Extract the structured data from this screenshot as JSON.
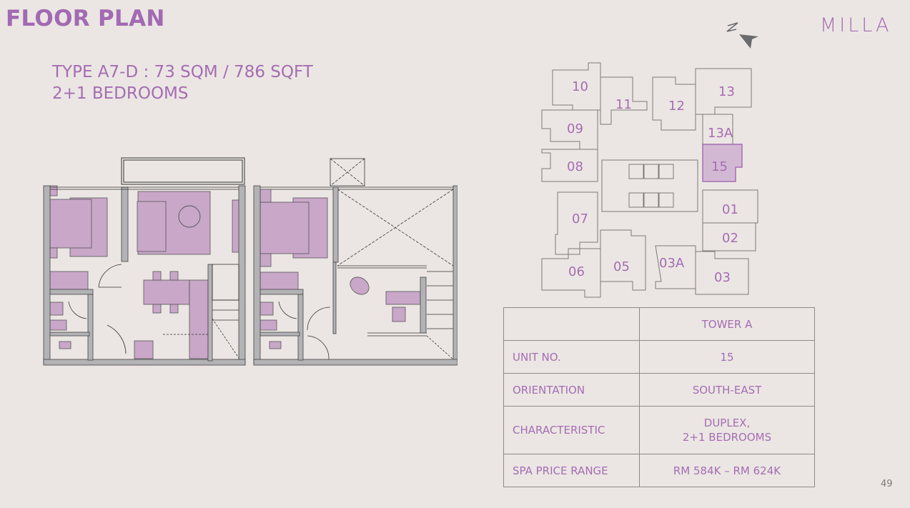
{
  "header": {
    "title": "FLOOR PLAN",
    "brand": "MILLA",
    "north_icon": "north-arrow-icon"
  },
  "unit_type": {
    "line1": "TYPE A7-D : 73 SQM / 786 SQFT",
    "line2": "2+1 BEDROOMS"
  },
  "floor_plans": [
    {
      "name": "lower-floor",
      "label": ""
    },
    {
      "name": "upper-floor",
      "label": ""
    }
  ],
  "key_plan": {
    "units": [
      "10",
      "11",
      "12",
      "13",
      "09",
      "13A",
      "08",
      "15",
      "01",
      "07",
      "02",
      "06",
      "05",
      "03A",
      "03"
    ],
    "highlighted_unit": "15"
  },
  "spec_table": {
    "header": {
      "label": "",
      "value": "TOWER A"
    },
    "rows": [
      {
        "label": "UNIT NO.",
        "value": "15"
      },
      {
        "label": "ORIENTATION",
        "value": "SOUTH-EAST"
      },
      {
        "label": "CHARACTERISTIC",
        "value_line1": "DUPLEX,",
        "value_line2": "2+1 BEDROOMS"
      },
      {
        "label": "SPA PRICE RANGE",
        "value": "RM 584K – RM 624K"
      }
    ]
  },
  "colors": {
    "accent": "#a56db3",
    "furniture": "#c9a7c9",
    "wall": "#b3b3b6",
    "background": "#ebe6e3"
  },
  "page_number": "49"
}
